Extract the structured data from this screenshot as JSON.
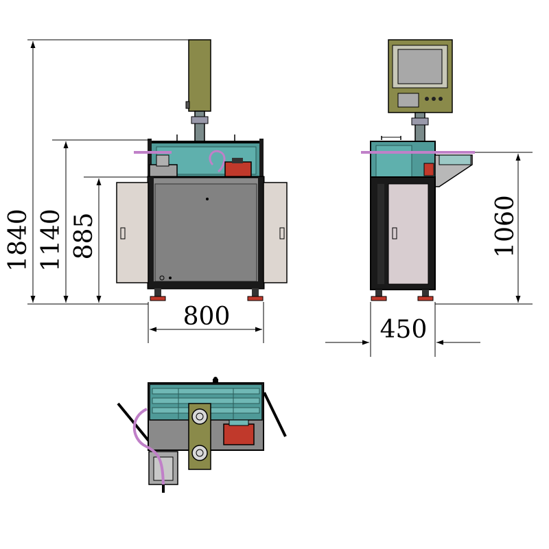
{
  "dimensions": {
    "overall_height": "1840",
    "upper_height": "1140",
    "table_height": "885",
    "front_width": "800",
    "side_height": "1060",
    "side_depth": "450"
  },
  "colors": {
    "panel_olive": "#8a8a4a",
    "frame_teal": "#4f9a98",
    "body_grey": "#8a8a8a",
    "door_light": "#ddd6d0",
    "door_pink": "#d8cdd0",
    "steel_dark": "#1a1a1a",
    "hose_purple": "#c080c8",
    "pump_red": "#c0392b",
    "screen_grey": "#a8a8a8",
    "bracket_silver": "#a0a0a0"
  }
}
